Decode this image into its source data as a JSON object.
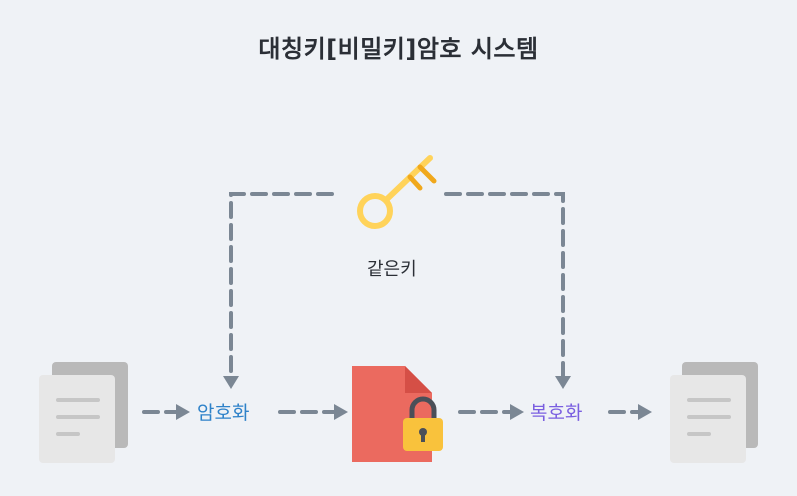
{
  "title": "대칭키[비밀키]암호 시스템",
  "labels": {
    "encrypt": "암호화",
    "decrypt": "복호화",
    "same_key": "같은키"
  },
  "colors": {
    "background": "#eff2f6",
    "connector": "#7b8794",
    "key": "#ffd35a",
    "key_accent": "#f0a81c",
    "document": "#e7e7e7",
    "document_back": "#b9b9b9",
    "encrypted_document": "#eb6a5f",
    "lock": "#f9c23c",
    "encrypt_text": "#2e82c9",
    "decrypt_text": "#7a5fe0"
  },
  "icons": {
    "plaintext": "document-stack-icon",
    "key": "key-icon",
    "encrypted_file": "encrypted-file-icon",
    "lock": "padlock-icon",
    "decrypted": "document-stack-icon"
  }
}
